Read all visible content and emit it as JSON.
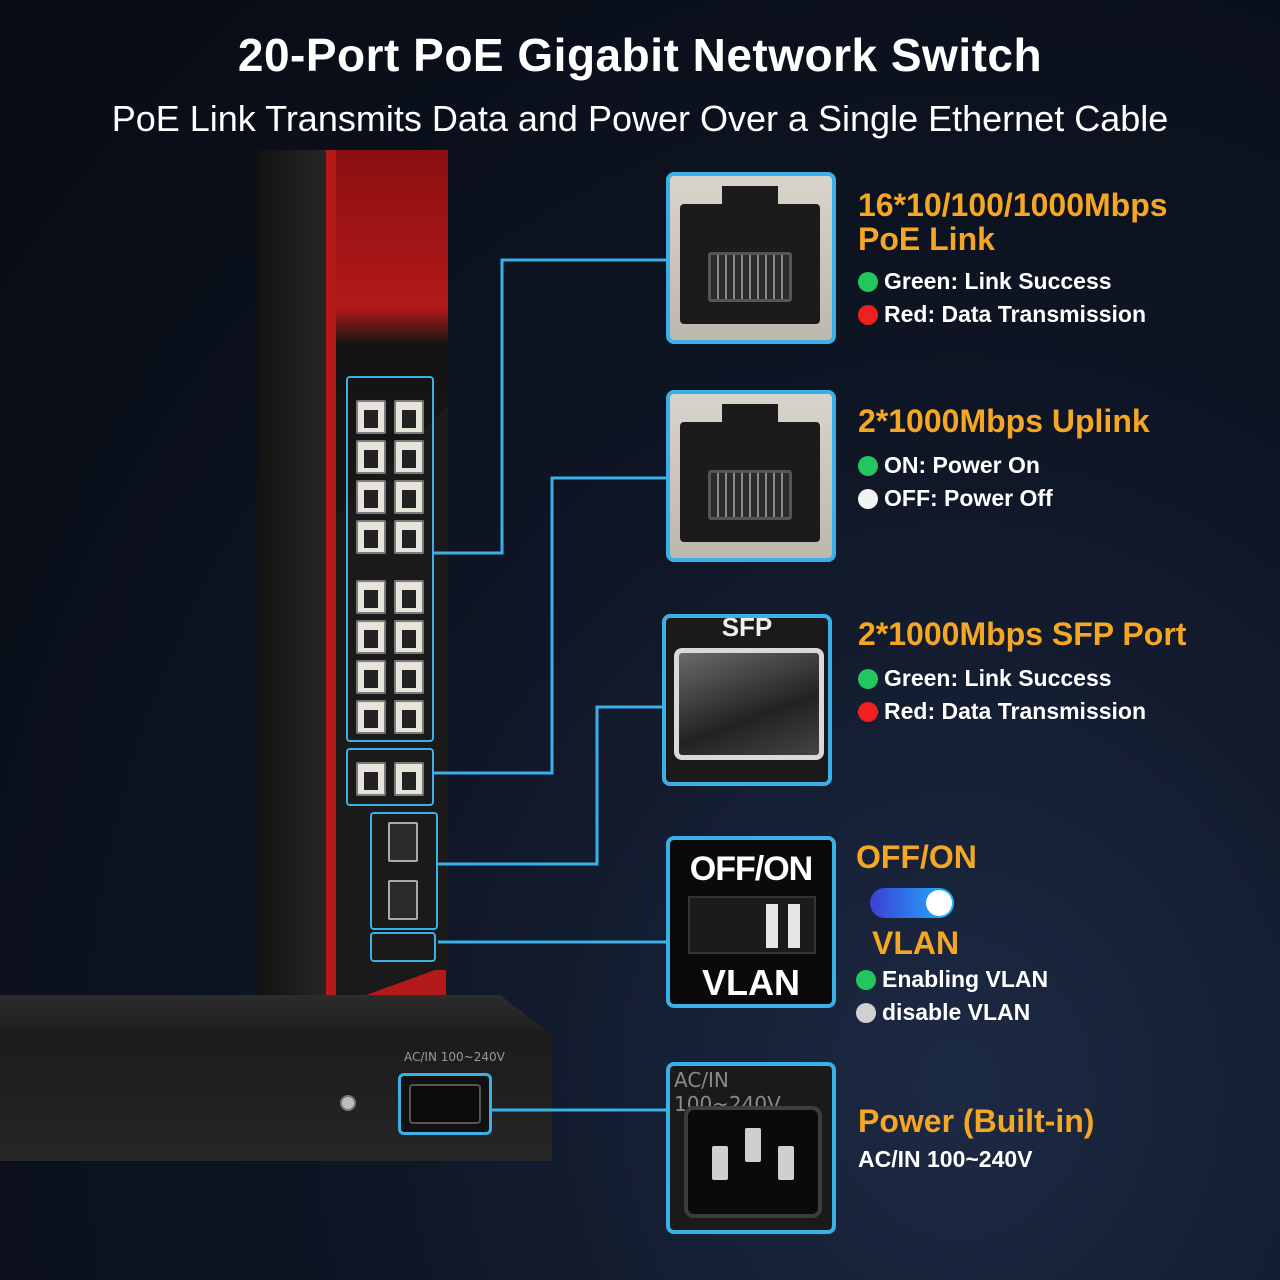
{
  "header": {
    "title": "20-Port PoE Gigabit Network Switch",
    "subtitle": "PoE Link Transmits Data and Power Over a Single Ethernet Cable"
  },
  "colors": {
    "accent_orange": "#f5a623",
    "callout_blue": "#3ab0e8",
    "green": "#22c55e",
    "red": "#ef2020",
    "white": "#f2f2f2",
    "switch_red": "#b3191a"
  },
  "features": [
    {
      "title_line1": "16*10/100/1000Mbps",
      "title_line2": "PoE Link",
      "lines": [
        {
          "color": "green",
          "text": "Green: Link Success"
        },
        {
          "color": "red",
          "text": "Red: Data Transmission"
        }
      ]
    },
    {
      "title_line1": "2*1000Mbps Uplink",
      "lines": [
        {
          "color": "green",
          "text": "ON: Power On"
        },
        {
          "color": "white",
          "text": "OFF: Power Off"
        }
      ]
    },
    {
      "title_line1": "2*1000Mbps SFP Port",
      "lines": [
        {
          "color": "green",
          "text": "Green: Link Success"
        },
        {
          "color": "red",
          "text": "Red: Data Transmission"
        }
      ]
    },
    {
      "title_line1": "OFF/ON",
      "title_line2": "VLAN",
      "lines": [
        {
          "color": "green",
          "text": "Enabling VLAN"
        },
        {
          "color": "white",
          "text": "disable VLAN"
        }
      ]
    },
    {
      "title_line1": "Power (Built-in)",
      "lines": [
        {
          "color": "none",
          "text": "AC/IN 100~240V"
        }
      ]
    }
  ],
  "detail_boxes": {
    "sfp_label": "SFP",
    "vlan_top": "OFF/ON",
    "vlan_bottom": "VLAN",
    "power_label": "AC/IN 100~240V"
  },
  "device_labels": {
    "base_power_label": "AC/IN 100~240V"
  },
  "icons": [
    "rj45-port-icon",
    "sfp-cage-icon",
    "dip-switch-icon",
    "power-socket-icon",
    "toggle-switch-icon",
    "status-dot-icon"
  ]
}
